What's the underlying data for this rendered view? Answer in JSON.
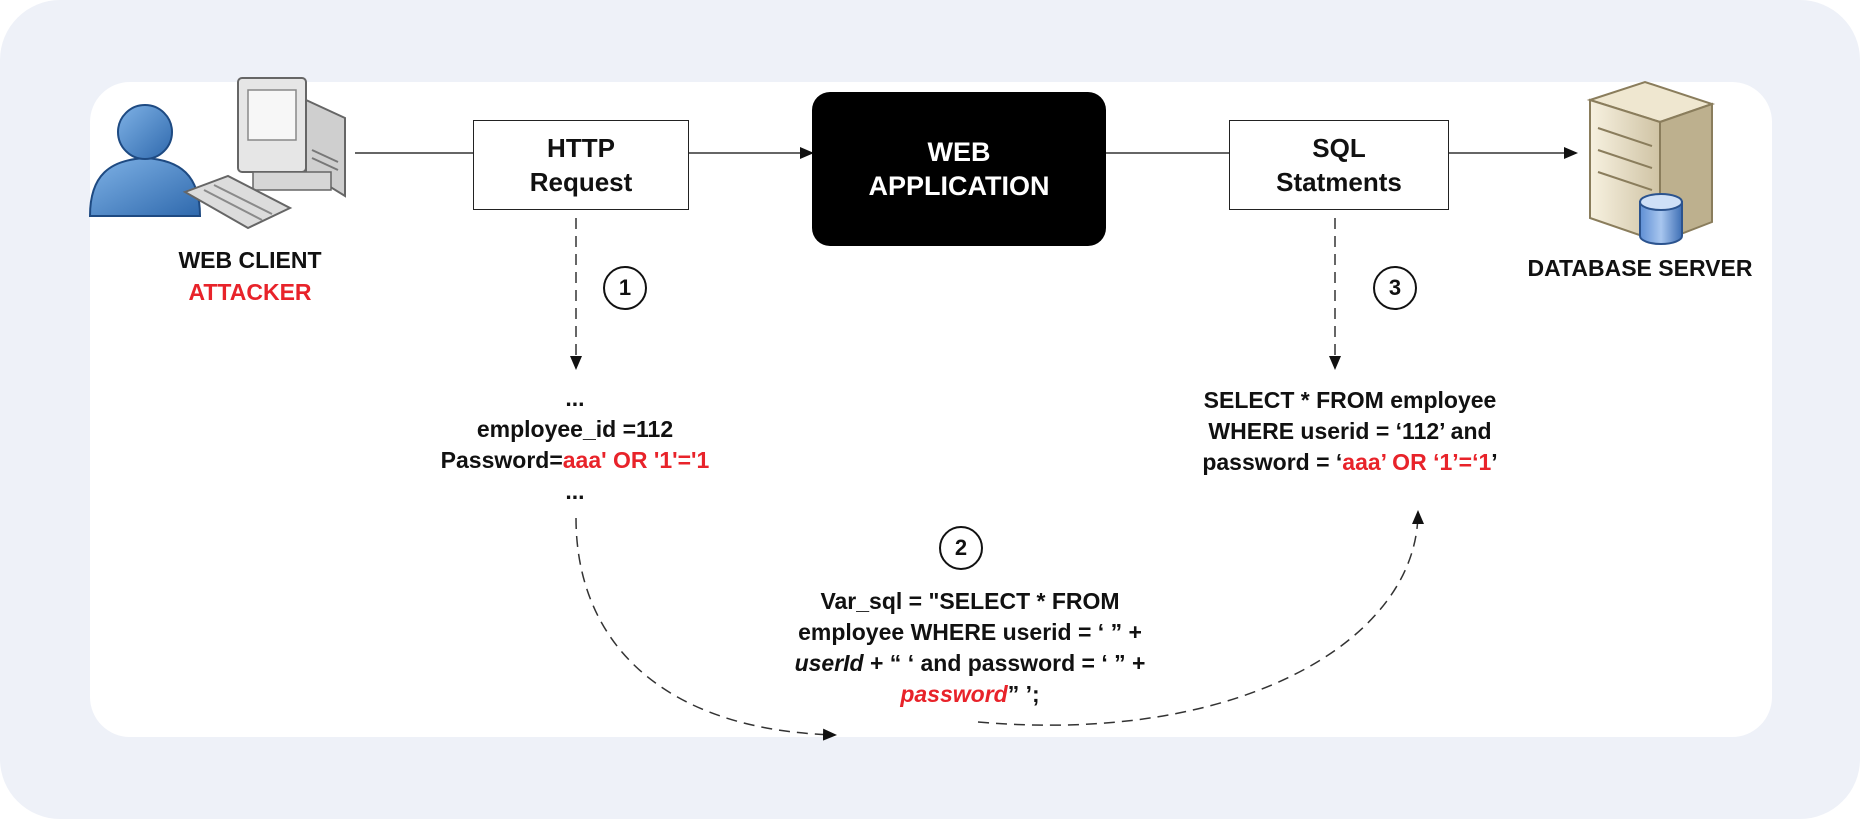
{
  "client": {
    "label": "WEB CLIENT",
    "role": "ATTACKER"
  },
  "http_box": {
    "line1": "HTTP",
    "line2": "Request"
  },
  "web_app": {
    "line1": "WEB",
    "line2": "APPLICATION"
  },
  "sql_box": {
    "line1": "SQL",
    "line2": "Statments"
  },
  "server": {
    "label": "DATABASE SERVER"
  },
  "steps": {
    "one": "1",
    "two": "2",
    "three": "3"
  },
  "request_body": {
    "ellipsis_top": "...",
    "employee_line": "employee_id =112",
    "password_prefix": "Password=",
    "password_injection": "aaa' OR '1'='1",
    "ellipsis_bottom": "..."
  },
  "code": {
    "line1": "Var_sql = \"SELECT * FROM",
    "line2": "employee WHERE userid = ‘ ” +",
    "line3_var": "userId",
    "line3_rest": " + “ ‘ and password = ‘ ” +",
    "line4_var": "password",
    "line4_rest": "” ’;"
  },
  "sql_result": {
    "line1": "SELECT * FROM employee",
    "line2": "WHERE userid = ‘112’ and",
    "line3_prefix": "password = ‘",
    "line3_injection": "aaa’ OR ‘1’=‘1",
    "line3_suffix": "’"
  },
  "colors": {
    "accent_red": "#e8232a",
    "frame_bg": "#eef1f8",
    "app_box": "#000000"
  },
  "icons": [
    "user-icon",
    "computer-icon",
    "keyboard-icon",
    "server-icon",
    "database-icon"
  ]
}
